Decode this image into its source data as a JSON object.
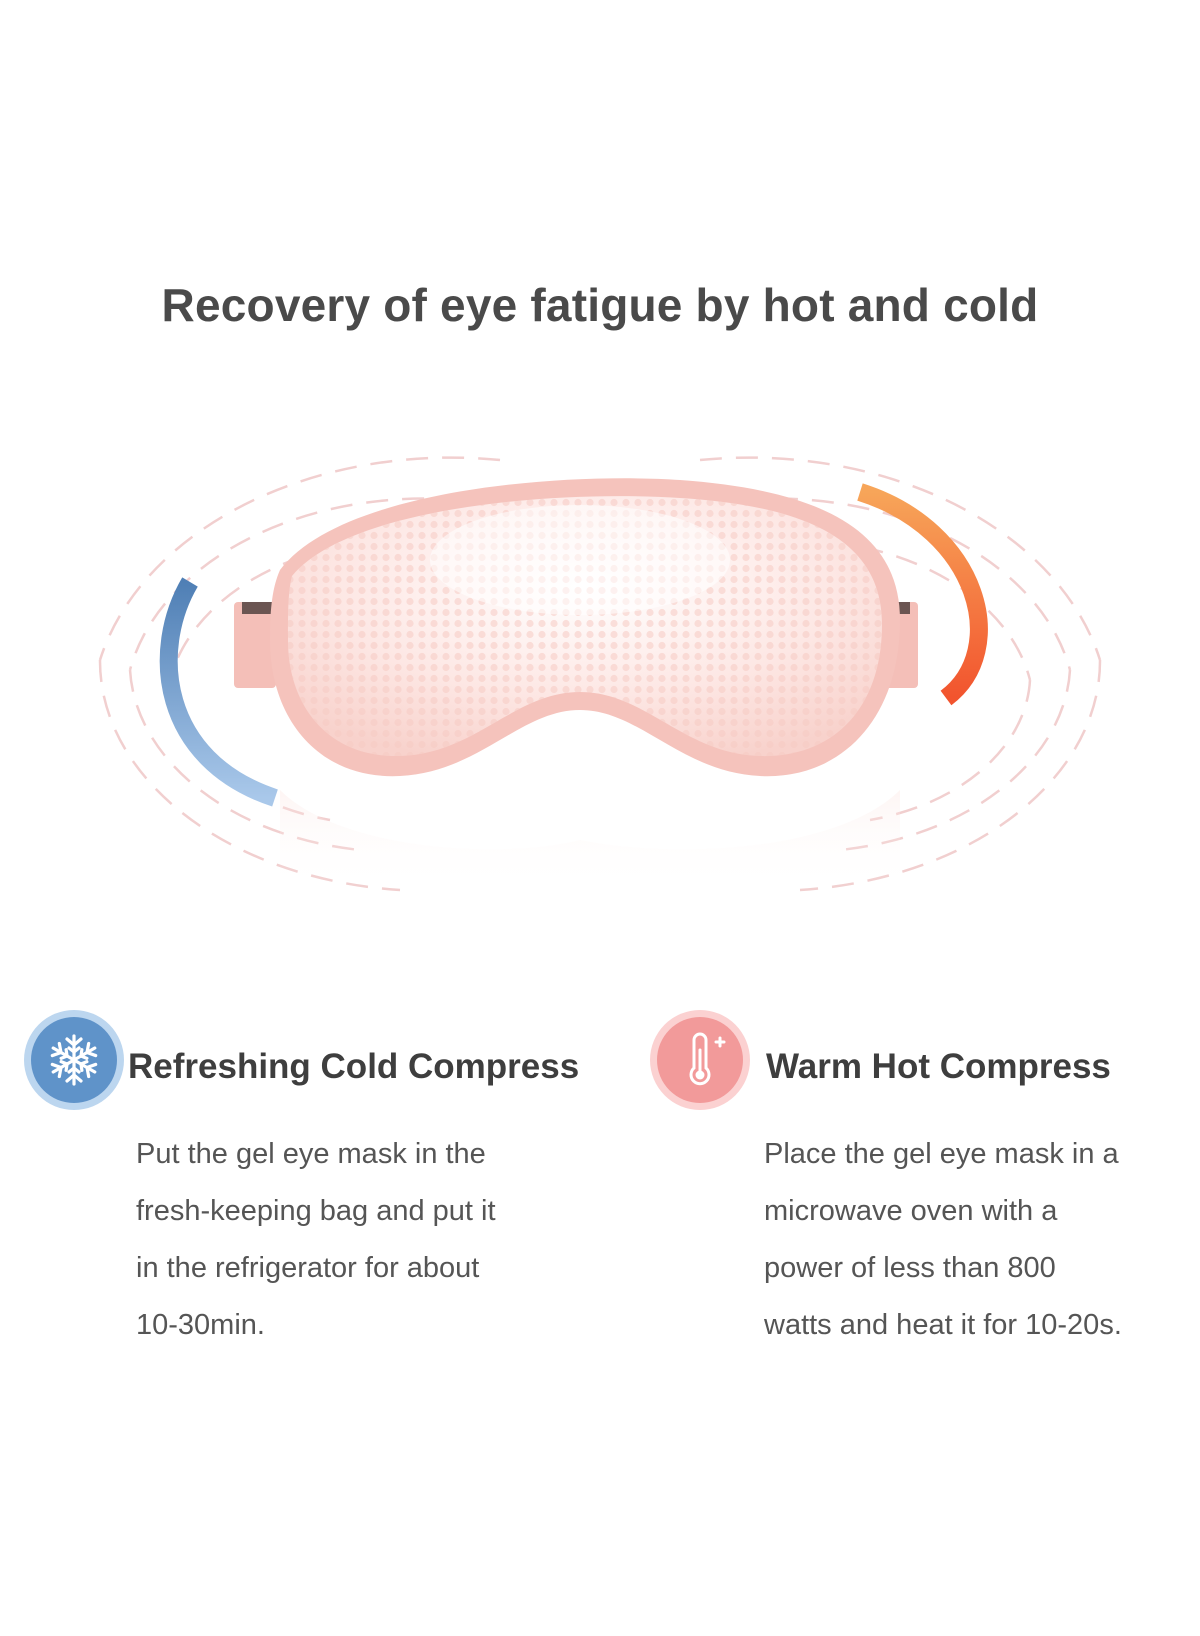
{
  "headline": "Recovery of eye fatigue by hot and cold",
  "cold": {
    "icon": "snowflake-icon",
    "title": "Refreshing Cold Compress",
    "description_lines": [
      "Put the gel eye mask in the",
      "fresh-keeping bag and put it",
      "in the refrigerator for about",
      "10-30min."
    ]
  },
  "hot": {
    "icon": "thermometer-icon",
    "title": "Warm Hot Compress",
    "description_lines": [
      "Place the gel eye mask in a",
      "microwave oven with a",
      "power of less than 800",
      "watts and heat it for 10-20s."
    ]
  },
  "colors": {
    "cold_blue": "#5f93c9",
    "hot_orange": "#f2642e",
    "mask_pink": "#f6c6c1",
    "text_dark": "#4a4a4a"
  }
}
